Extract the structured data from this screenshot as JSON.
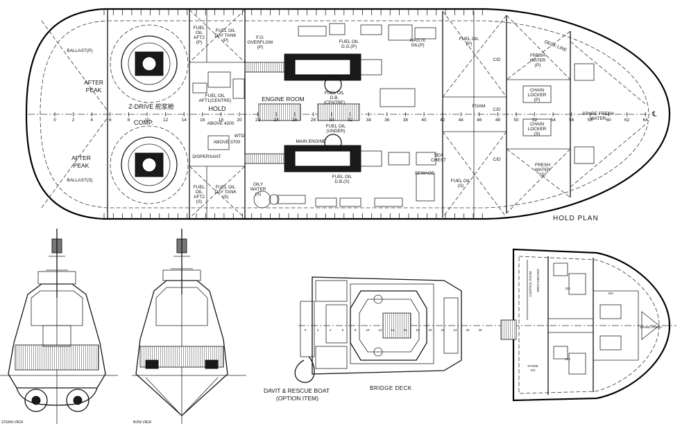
{
  "plan_title": "HOLD PLAN",
  "bridge_title": "BRIDGE DECK",
  "davit_label": [
    "DAVIT & RESCUE BOAT",
    "(OPTION ITEM)"
  ],
  "stern_view_label": "STERN VIEW",
  "bow_view_label": "BOW VIEW",
  "compartments": {
    "after_peak_top": [
      "AFTER",
      "PEAK"
    ],
    "after_peak_bottom": [
      "AFTER",
      "PEAK"
    ],
    "ballast_p": "BALLAST(P)",
    "ballast_s": "BALLAST(S)",
    "z_drive": "Z-DRIVE 舵浆舱",
    "comp": "COMP.",
    "hold": "HOLD",
    "engine_room": "ENGINE ROOM",
    "fuel_oil_aft2_p": [
      "FUEL",
      "OIL",
      "AFT2",
      "(P)"
    ],
    "fuel_oil_aft2_s": [
      "FUEL",
      "OIL",
      "AFT2",
      "(S)"
    ],
    "fuel_oil_day_tank_p": [
      "FUEL OIL",
      "DAY TANK",
      "(P)"
    ],
    "fuel_oil_day_tank_s": [
      "FUEL OIL",
      "DAY TANK",
      "(S)"
    ],
    "fuel_oil_aft1": [
      "FUEL OIL",
      "AFT1(CENTRE)"
    ],
    "fo_overflow": [
      "F.O.",
      "OVERFLOW",
      "(P)"
    ],
    "fuel_oil_do_p": [
      "FUEL OIL",
      "D.O.(P)"
    ],
    "waste_oil": [
      "WASTE",
      "OIL(P)"
    ],
    "fuel_oil_db": [
      "FUEL OIL",
      "D.B.",
      "(CENTRE)"
    ],
    "fuel_oil_under": [
      "FUEL OIL",
      "(UNDER)"
    ],
    "fuel_oil_dbs": [
      "FUEL OIL",
      "D.B.(S)"
    ],
    "main_engine": "MAIN ENGINE",
    "dispersant": "DISPERSANT",
    "oily_water": [
      "OILY",
      "WATER",
      "(S)"
    ],
    "sea_chest": [
      "SEA",
      "CHEST"
    ],
    "sewage": "SEWAGE",
    "fuel_oil_fwd_p": [
      "FUEL OIL",
      "(P)"
    ],
    "fuel_oil_fwd_s": [
      "FUEL OIL",
      "(S)"
    ],
    "fresh_water_p": [
      "FRESH",
      "WATER",
      "(P)"
    ],
    "fresh_water_s": [
      "FRESH",
      "WATER",
      "(S)"
    ],
    "chain_locker_p": [
      "CHAIN",
      "LOCKER",
      "(P)"
    ],
    "chain_locker_s": [
      "CHAIN",
      "LOCKER",
      "(S)"
    ],
    "foam": "FOAM",
    "cd": "C/D",
    "spare_fresh_water": [
      "SPARE FRESH",
      "WATER"
    ],
    "deck_line": "DECK LINE",
    "above_4200": "ABOVE 4200",
    "above_3700": "ABOVE 3700",
    "wtd": "WTD"
  },
  "frame_numbers": [
    "0",
    "2",
    "4",
    "6",
    "8",
    "10",
    "12",
    "14",
    "16",
    "18",
    "20",
    "22",
    "24",
    "26",
    "28",
    "30",
    "32",
    "34",
    "36",
    "38",
    "40",
    "42",
    "44",
    "46",
    "48",
    "50",
    "52",
    "54",
    "56",
    "58",
    "60",
    "62",
    "64"
  ],
  "centerline_symbol": "℄",
  "bridge_frames": [
    "0",
    "2",
    "4",
    "6",
    "8",
    "10",
    "12",
    "14",
    "16",
    "18",
    "20",
    "22",
    "24",
    "26",
    "28"
  ],
  "deck_rooms": [
    "STORE",
    "101",
    "102",
    "103",
    "104",
    "SWITCHBOARD",
    "CONTROL ROOM"
  ]
}
